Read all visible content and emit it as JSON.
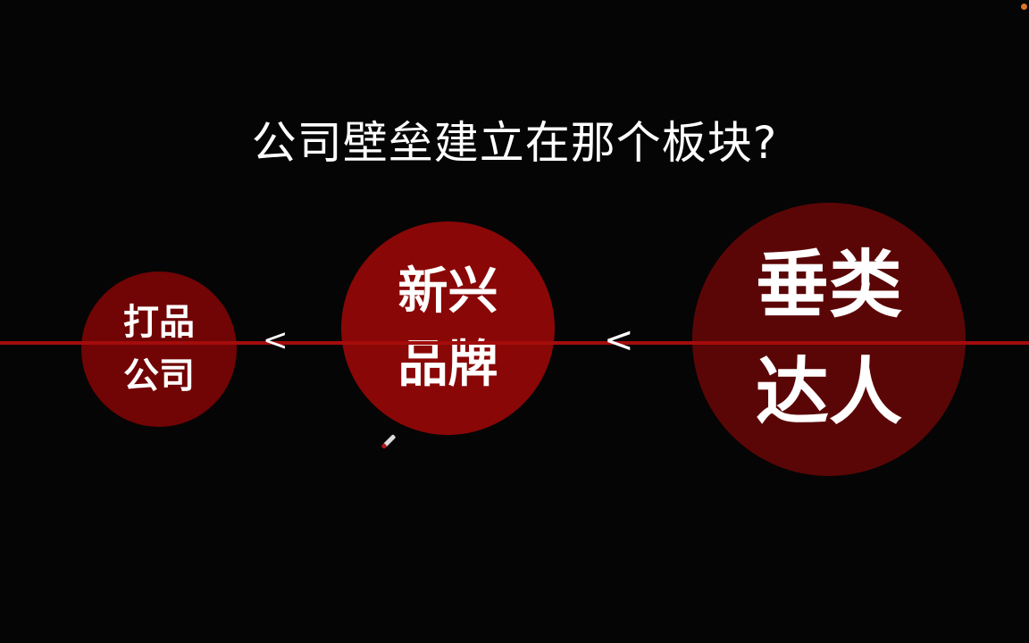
{
  "slide": {
    "title": "公司壁垒建立在那个板块?",
    "circles": [
      {
        "line1": "打品",
        "line2": "公司",
        "color": "#710404"
      },
      {
        "line1": "新兴",
        "line2": "品牌",
        "color": "#8a0707"
      },
      {
        "line1": "垂类",
        "line2": "达人",
        "color": "#5b0606"
      }
    ],
    "comparators": [
      "<",
      "<"
    ],
    "line_color": "#a40c0c"
  }
}
